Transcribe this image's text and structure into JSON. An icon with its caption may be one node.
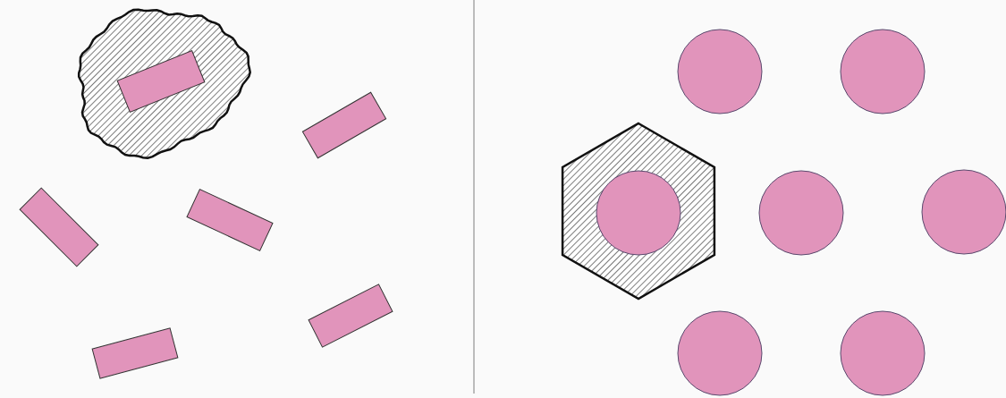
{
  "diagram": {
    "nodes": [
      {
        "text": [],
        "shape": "blob"
      },
      {
        "text": [],
        "shape": "box",
        "in": 0
      },
      {
        "text": [],
        "shape": "box"
      },
      {
        "text": [],
        "shape": "box"
      },
      {
        "text": [],
        "shape": "box"
      },
      {
        "text": [],
        "shape": "box"
      },
      {
        "text": [],
        "shape": "box"
      },
      {
        "text": [],
        "shape": "circle"
      },
      {
        "text": [],
        "shape": "circle"
      },
      {
        "text": [],
        "shape": "hexagon"
      },
      {
        "text": [],
        "shape": "circle",
        "in": 9
      },
      {
        "text": [],
        "shape": "circle"
      },
      {
        "text": [],
        "shape": "circle"
      },
      {
        "text": [],
        "shape": "circle"
      },
      {
        "text": [],
        "shape": "circle"
      }
    ]
  }
}
